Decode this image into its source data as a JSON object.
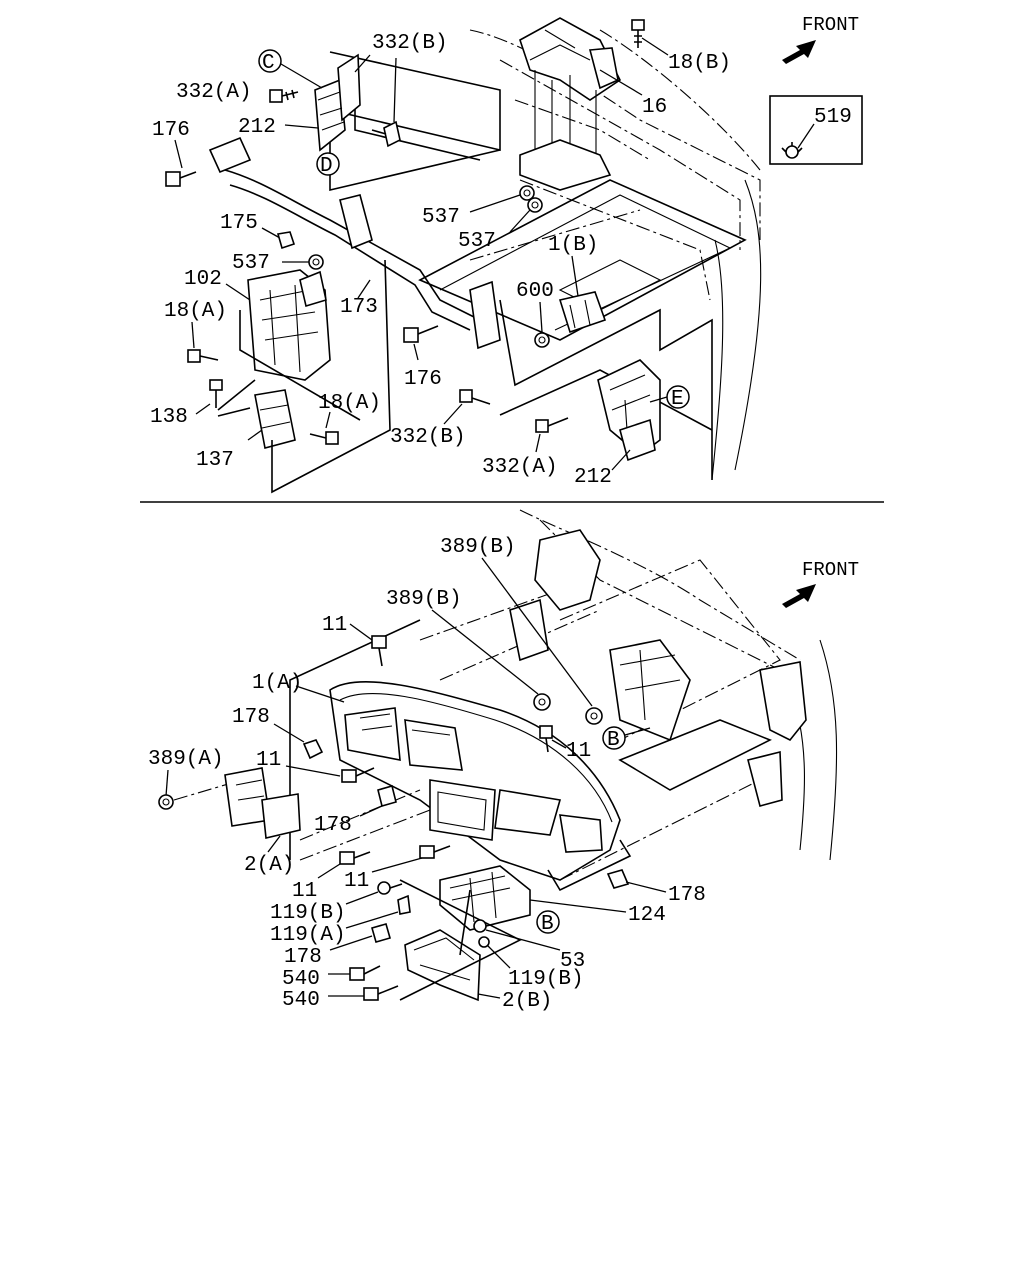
{
  "top_section": {
    "front_label": "FRONT",
    "callouts": {
      "c_332b_top": "332(B)",
      "c_332a_top": "332(A)",
      "c_176_left": "176",
      "c_212_top": "212",
      "c_18b": "18(B)",
      "c_16": "16",
      "c_519": "519",
      "c_175": "175",
      "c_537_a": "537",
      "c_537_b": "537",
      "c_537_c": "537",
      "c_102": "102",
      "c_173": "173",
      "c_1b": "1(B)",
      "c_600": "600",
      "c_18a_left": "18(A)",
      "c_176_mid": "176",
      "c_138": "138",
      "c_18a_mid": "18(A)",
      "c_137": "137",
      "c_332b_bottom": "332(B)",
      "c_332a_bottom": "332(A)",
      "c_212_bottom": "212"
    },
    "ref_circles": {
      "ref_c": "C",
      "ref_d": "D",
      "ref_e": "E"
    }
  },
  "bottom_section": {
    "front_label": "FRONT",
    "callouts": {
      "c_389b_a": "389(B)",
      "c_389b_b": "389(B)",
      "c_11_top": "11",
      "c_1a": "1(A)",
      "c_178_a": "178",
      "c_389a": "389(A)",
      "c_11_mid": "11",
      "c_11_right": "11",
      "c_178_b": "178",
      "c_2a": "2(A)",
      "c_11_low_a": "11",
      "c_11_low_b": "11",
      "c_178_right": "178",
      "c_119b_a": "119(B)",
      "c_124": "124",
      "c_119a": "119(A)",
      "c_178_low": "178",
      "c_53": "53",
      "c_540_a": "540",
      "c_119b_b": "119(B)",
      "c_540_b": "540",
      "c_2b": "2(B)"
    },
    "ref_circles": {
      "ref_b_a": "B",
      "ref_b_b": "B"
    }
  }
}
